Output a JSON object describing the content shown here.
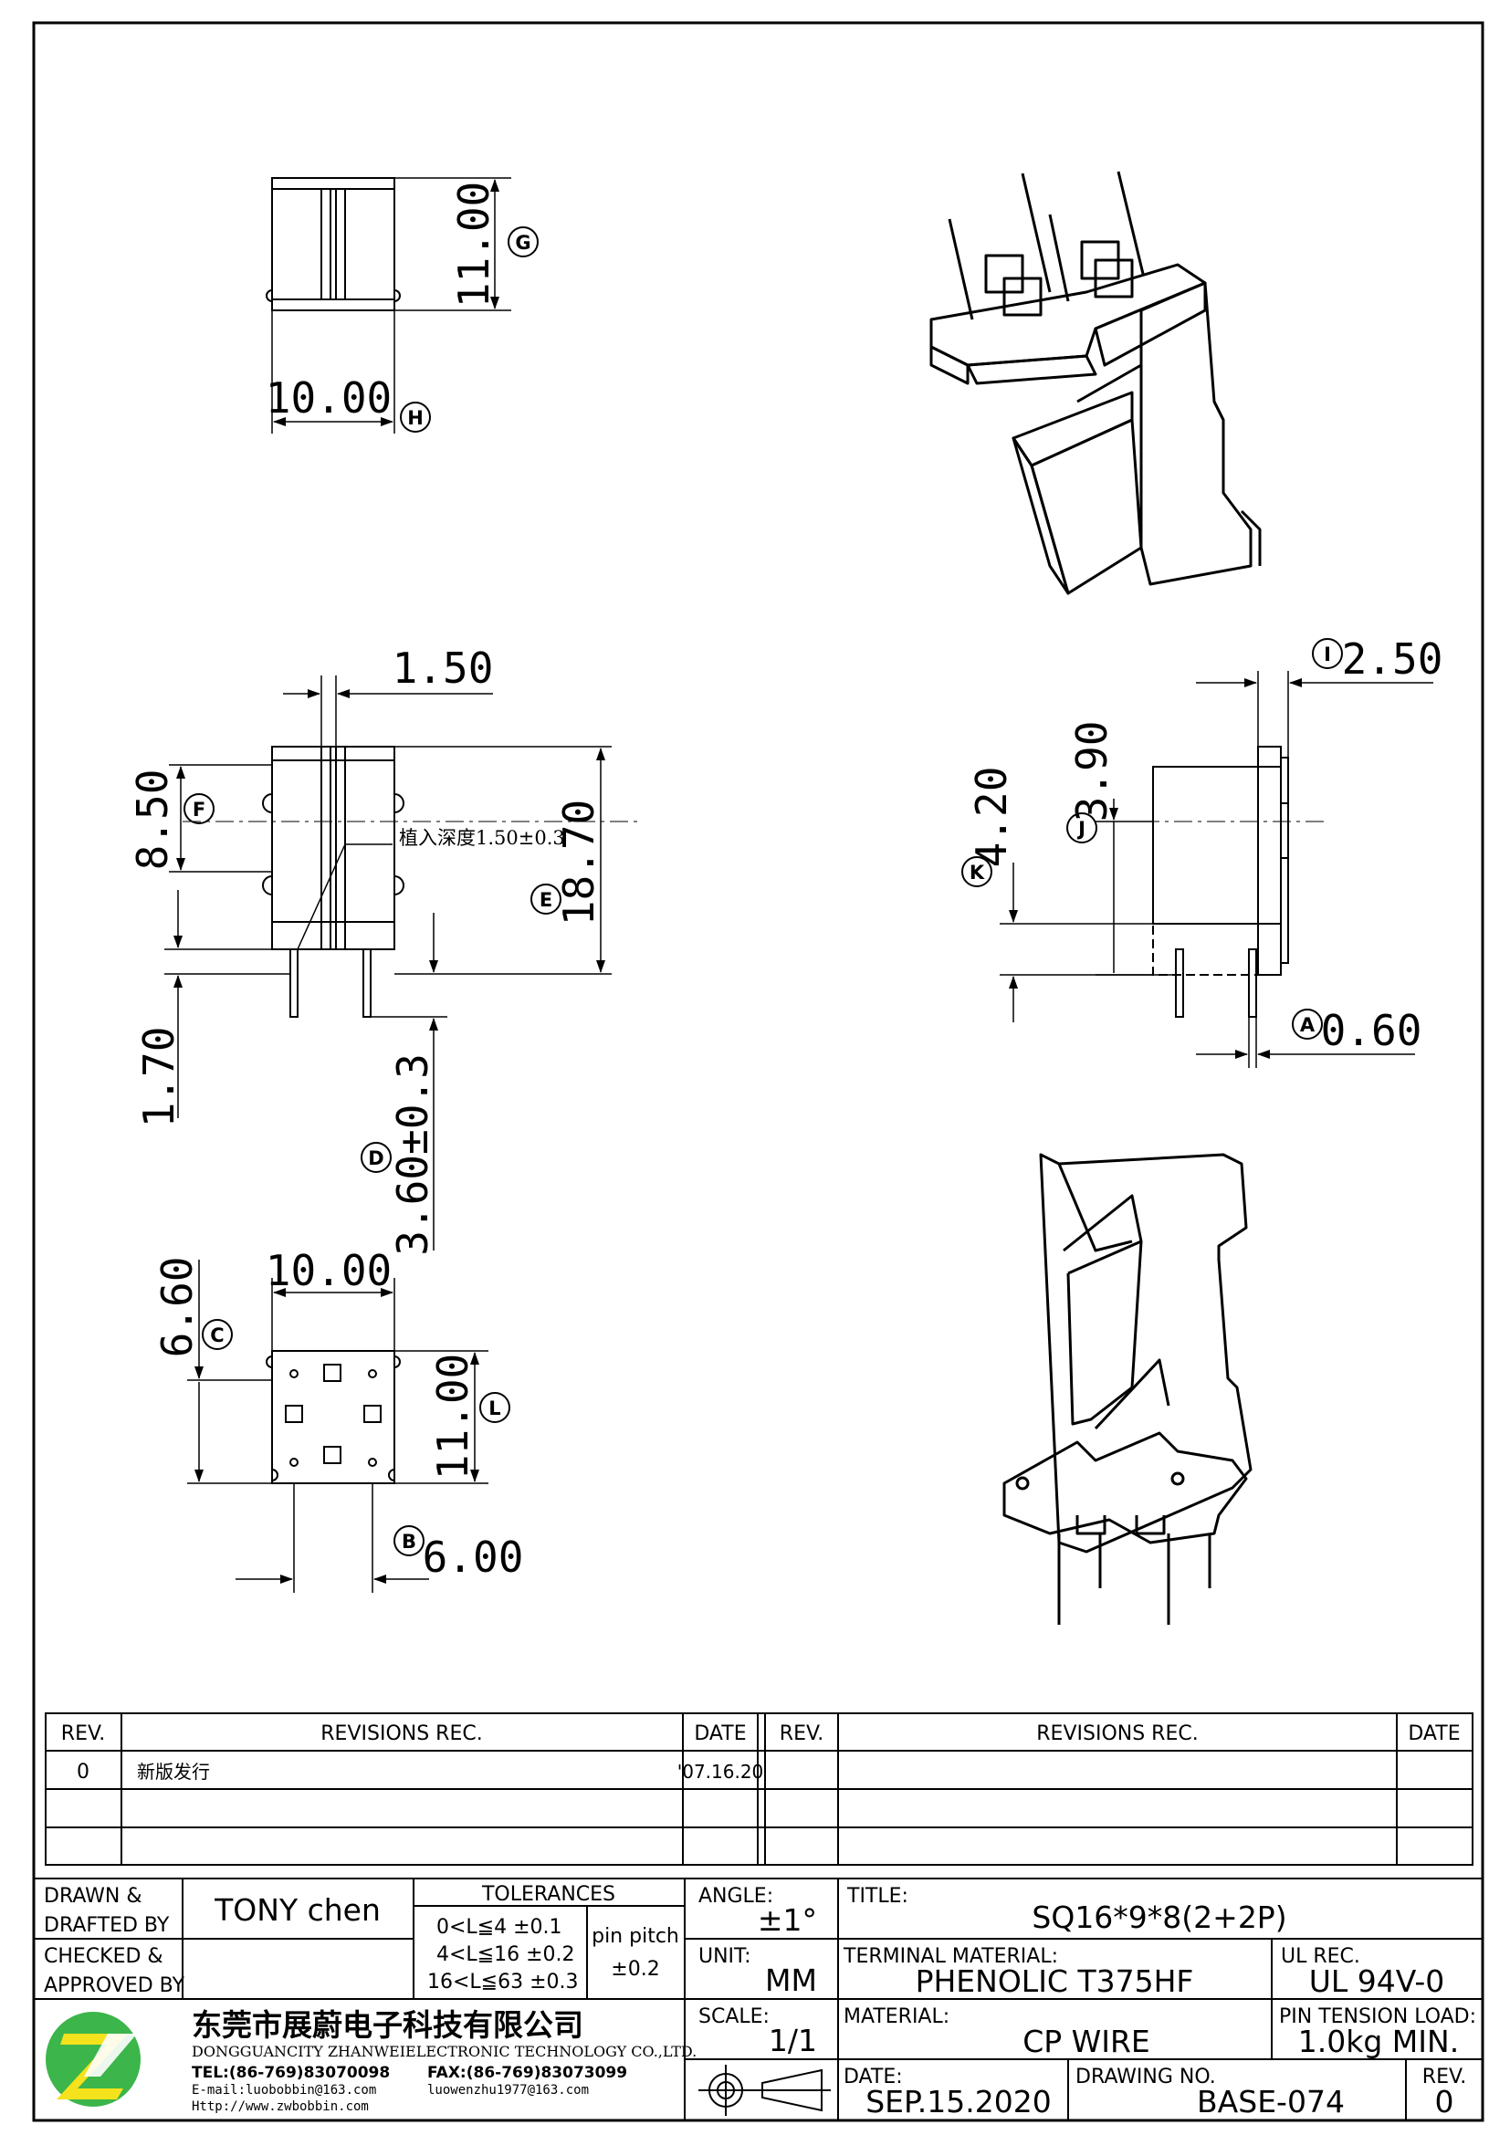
{
  "views": {
    "top": {
      "dim_width": "10.00",
      "dim_width_ref": "H",
      "dim_height": "11.00",
      "dim_height_ref": "G"
    },
    "front": {
      "dim_slot": "1.50",
      "dim_upper": "8.50",
      "dim_upper_ref": "F",
      "dim_total": "18.70",
      "dim_total_ref": "E",
      "dim_base": "1.70",
      "dim_pin": "3.60±0.3",
      "dim_pin_ref": "D",
      "note": "植入深度1.50±0.3"
    },
    "side": {
      "dim_flange": "2.50",
      "dim_flange_ref": "I",
      "dim_a": "3.90",
      "dim_a_ref": "J",
      "dim_b": "4.20",
      "dim_b_ref": "K",
      "dim_pin_dia": "0.60",
      "dim_pin_dia_ref": "A"
    },
    "bottom": {
      "dim_width": "10.00",
      "dim_off": "6.60",
      "dim_off_ref": "C",
      "dim_height": "11.00",
      "dim_height_ref": "L",
      "dim_pitch": "6.00",
      "dim_pitch_ref": "B"
    }
  },
  "revisions": {
    "headers": {
      "rev": "REV.",
      "rec": "REVISIONS    REC.",
      "date": "DATE"
    },
    "rows": [
      {
        "rev": "0",
        "rec": "新版发行",
        "date": "'07.16.20"
      }
    ]
  },
  "title_block": {
    "drawn_label_1": "DRAWN  &",
    "drawn_label_2": "DRAFTED  BY",
    "drawn_by": "TONY  chen",
    "checked_label_1": "CHECKED  &",
    "checked_label_2": "APPROVED  BY",
    "tolerances_label": "TOLERANCES",
    "tol_1": "0<L≦4   ±0.1",
    "tol_2": "4<L≦16  ±0.2",
    "tol_3": "16<L≦63  ±0.3",
    "pin_pitch_label": "pin  pitch",
    "pin_pitch_value": "±0.2",
    "angle_label": "ANGLE:",
    "angle_value": "±1°",
    "unit_label": "UNIT:",
    "unit_value": "MM",
    "scale_label": "SCALE:",
    "scale_value": "1/1",
    "title_label": "TITLE:",
    "title_value": "SQ16*9*8(2+2P)",
    "terminal_label": "TERMINAL  MATERIAL:",
    "terminal_value": "PHENOLIC  T375HF",
    "ul_label": "UL  REC.",
    "ul_value": "UL  94V-0",
    "material_label": "MATERIAL:",
    "material_value": "CP  WIRE",
    "pin_tension_label": "PIN  TENSION  LOAD:",
    "pin_tension_value": "1.0kg  MIN.",
    "date_label": "DATE:",
    "date_value": "SEP.15.2020",
    "drawing_no_label": "DRAWING  NO.",
    "drawing_no_value": "BASE-074",
    "rev_label": "REV.",
    "rev_value": "0",
    "company_cn": "东莞市展蔚电子科技有限公司",
    "company_en": "DONGGUANCITY  ZHANWEIELECTRONIC  TECHNOLOGY  CO.,LTD.",
    "tel": "TEL:(86-769)83070098",
    "fax": "FAX:(86-769)83073099",
    "email_1": "E-mail:luobobbin@163.com",
    "email_2": "luowenzhu1977@163.com",
    "website": "Http://www.zwbobbin.com"
  },
  "colors": {
    "logo_green": "#3cb54a",
    "logo_yellow": "#f4e21d",
    "line": "#000000"
  }
}
